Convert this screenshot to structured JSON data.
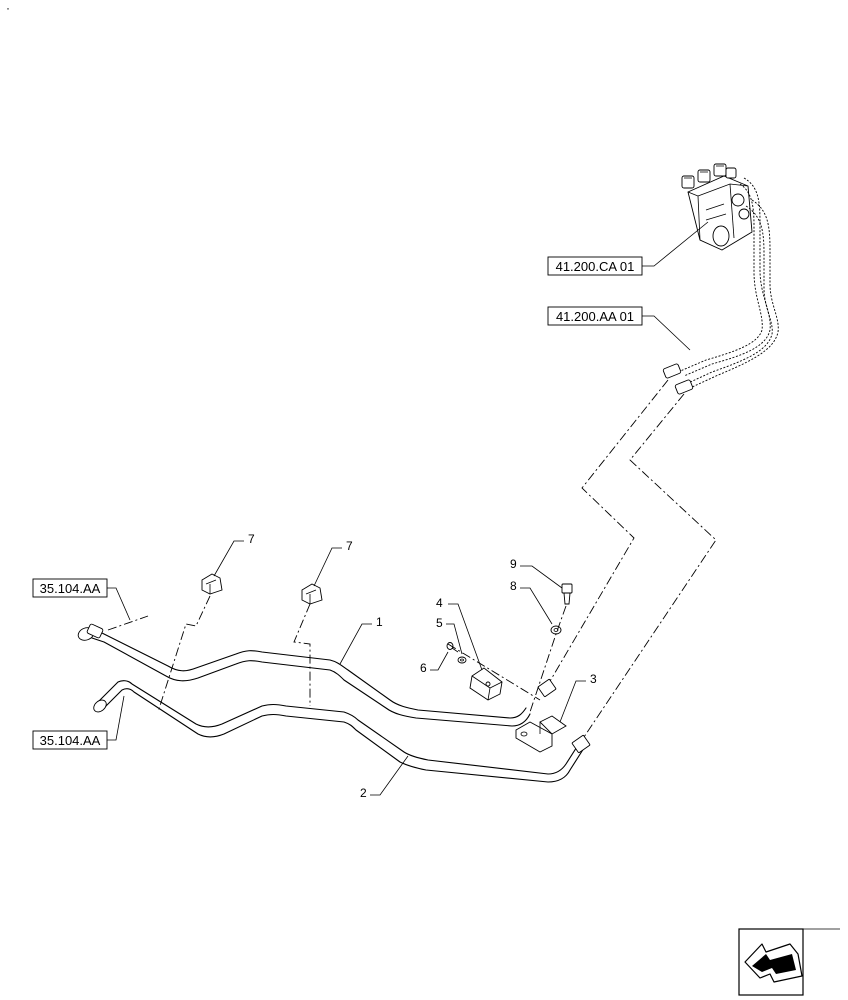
{
  "corner_mark": "·",
  "references": {
    "steering_unit": "41.200.CA 01",
    "steering_hoses": "41.200.AA 01",
    "left_connection_upper": "35.104.AA",
    "left_connection_lower": "35.104.AA"
  },
  "callouts": {
    "tube_upper": "1",
    "tube_lower": "2",
    "bracket": "3",
    "clamp": "4",
    "clamp_screw": "5",
    "clamp_washer": "6",
    "clip_left": "7",
    "clip_right": "7",
    "bolt_washer": "8",
    "bolt": "9"
  },
  "nav_icon": "arrow-navigation-icon"
}
